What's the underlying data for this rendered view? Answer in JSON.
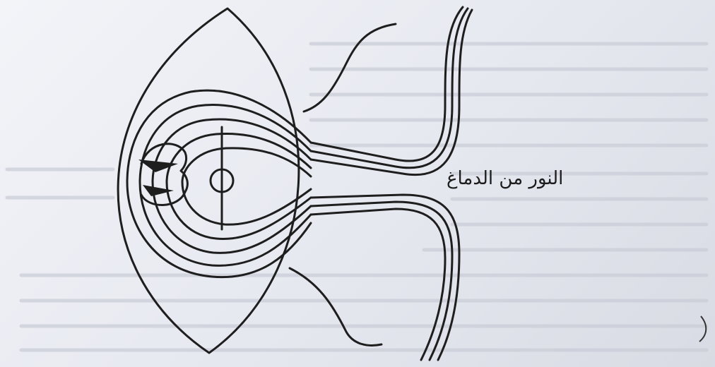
{
  "diagram": {
    "label": "النور من الدماغ",
    "ink_color": "#1e1e1e",
    "paper_color": "#eceef4",
    "shapes": [
      "eye-outline",
      "concentric-layers",
      "lens-circle",
      "optic-nerve",
      "brain-connection"
    ]
  }
}
